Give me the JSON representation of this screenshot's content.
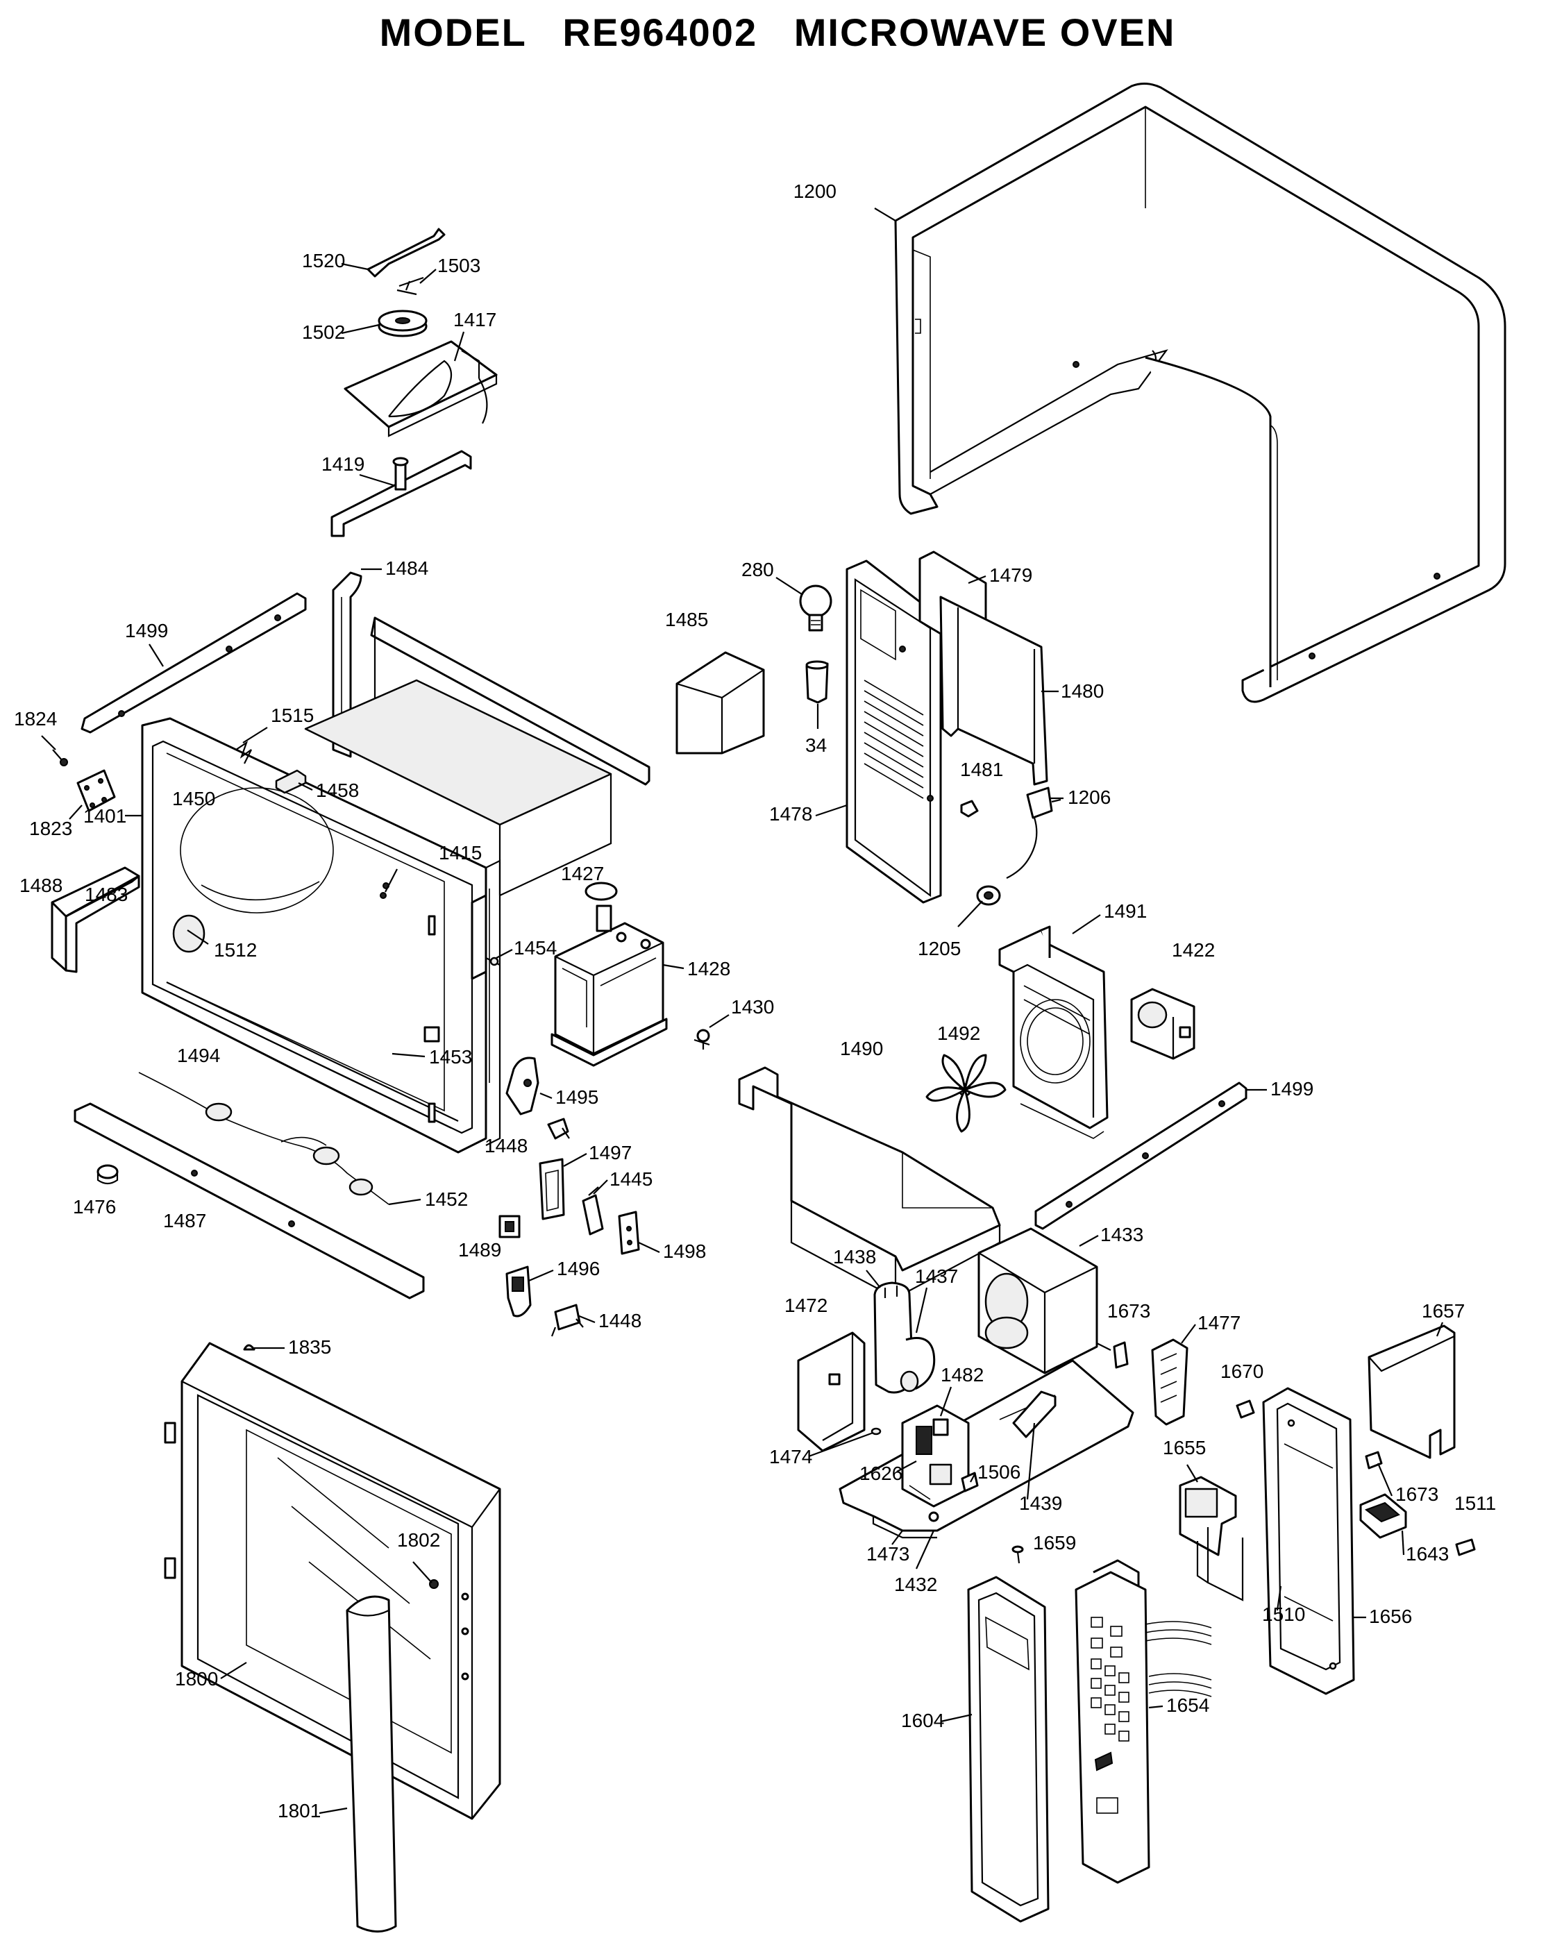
{
  "title": "MODEL   RE964002   MICROWAVE OVEN",
  "parts": [
    {
      "id": "1200",
      "text": "1200"
    },
    {
      "id": "1520",
      "text": "1520"
    },
    {
      "id": "1503",
      "text": "1503"
    },
    {
      "id": "1502",
      "text": "1502"
    },
    {
      "id": "1417",
      "text": "1417"
    },
    {
      "id": "1419",
      "text": "1419"
    },
    {
      "id": "280",
      "text": "280"
    },
    {
      "id": "1479",
      "text": "1479"
    },
    {
      "id": "1485",
      "text": "1485"
    },
    {
      "id": "1480",
      "text": "1480"
    },
    {
      "id": "34",
      "text": "34"
    },
    {
      "id": "1484",
      "text": "1484"
    },
    {
      "id": "1499a",
      "text": "1499"
    },
    {
      "id": "1824",
      "text": "1824"
    },
    {
      "id": "1515",
      "text": "1515"
    },
    {
      "id": "1823",
      "text": "1823"
    },
    {
      "id": "1458",
      "text": "1458"
    },
    {
      "id": "1450",
      "text": "1450"
    },
    {
      "id": "1401",
      "text": "1401"
    },
    {
      "id": "1415",
      "text": "1415"
    },
    {
      "id": "1427",
      "text": "1427"
    },
    {
      "id": "1478",
      "text": "1478"
    },
    {
      "id": "1481",
      "text": "1481"
    },
    {
      "id": "1206",
      "text": "1206"
    },
    {
      "id": "1488",
      "text": "1488"
    },
    {
      "id": "1483",
      "text": "1483"
    },
    {
      "id": "1512",
      "text": "1512"
    },
    {
      "id": "1454",
      "text": "1454"
    },
    {
      "id": "1205",
      "text": "1205"
    },
    {
      "id": "1491",
      "text": "1491"
    },
    {
      "id": "1428",
      "text": "1428"
    },
    {
      "id": "1422",
      "text": "1422"
    },
    {
      "id": "1430",
      "text": "1430"
    },
    {
      "id": "1494",
      "text": "1494"
    },
    {
      "id": "1453",
      "text": "1453"
    },
    {
      "id": "1490",
      "text": "1490"
    },
    {
      "id": "1492",
      "text": "1492"
    },
    {
      "id": "1495",
      "text": "1495"
    },
    {
      "id": "1499b",
      "text": "1499"
    },
    {
      "id": "1448a",
      "text": "1448"
    },
    {
      "id": "1497",
      "text": "1497"
    },
    {
      "id": "1445",
      "text": "1445"
    },
    {
      "id": "1452",
      "text": "1452"
    },
    {
      "id": "1476",
      "text": "1476"
    },
    {
      "id": "1487",
      "text": "1487"
    },
    {
      "id": "1489",
      "text": "1489"
    },
    {
      "id": "1498",
      "text": "1498"
    },
    {
      "id": "1433",
      "text": "1433"
    },
    {
      "id": "1438",
      "text": "1438"
    },
    {
      "id": "1496",
      "text": "1496"
    },
    {
      "id": "1437",
      "text": "1437"
    },
    {
      "id": "1472",
      "text": "1472"
    },
    {
      "id": "1448b",
      "text": "1448"
    },
    {
      "id": "1673a",
      "text": "1673"
    },
    {
      "id": "1477",
      "text": "1477"
    },
    {
      "id": "1657",
      "text": "1657"
    },
    {
      "id": "1835",
      "text": "1835"
    },
    {
      "id": "1482",
      "text": "1482"
    },
    {
      "id": "1670",
      "text": "1670"
    },
    {
      "id": "1474",
      "text": "1474"
    },
    {
      "id": "1655",
      "text": "1655"
    },
    {
      "id": "1626",
      "text": "1626"
    },
    {
      "id": "1506",
      "text": "1506"
    },
    {
      "id": "1439",
      "text": "1439"
    },
    {
      "id": "1673b",
      "text": "1673"
    },
    {
      "id": "1511",
      "text": "1511"
    },
    {
      "id": "1802",
      "text": "1802"
    },
    {
      "id": "1473",
      "text": "1473"
    },
    {
      "id": "1659",
      "text": "1659"
    },
    {
      "id": "1643",
      "text": "1643"
    },
    {
      "id": "1432",
      "text": "1432"
    },
    {
      "id": "1510",
      "text": "1510"
    },
    {
      "id": "1656",
      "text": "1656"
    },
    {
      "id": "1800",
      "text": "1800"
    },
    {
      "id": "1654",
      "text": "1654"
    },
    {
      "id": "1604",
      "text": "1604"
    },
    {
      "id": "1801",
      "text": "1801"
    }
  ]
}
